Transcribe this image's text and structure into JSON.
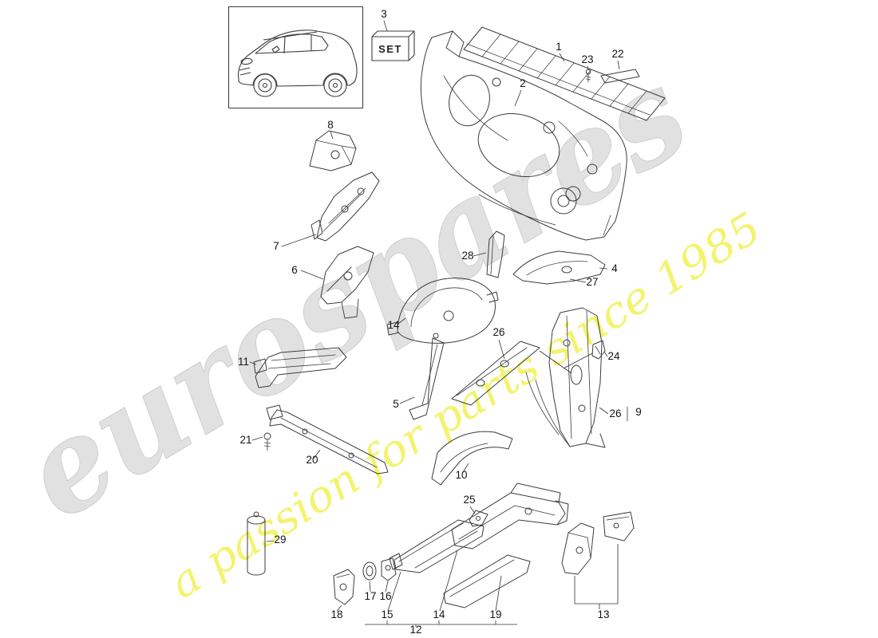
{
  "watermark": {
    "primary": "eurospares",
    "secondary": "a passion for parts since 1985"
  },
  "set_box": {
    "label": "SET"
  },
  "callouts": [
    {
      "label": "3"
    },
    {
      "label": "1"
    },
    {
      "label": "23"
    },
    {
      "label": "22"
    },
    {
      "label": "2"
    },
    {
      "label": "8"
    },
    {
      "label": "7"
    },
    {
      "label": "6"
    },
    {
      "label": "28"
    },
    {
      "label": "4"
    },
    {
      "label": "27"
    },
    {
      "label": "14"
    },
    {
      "label": "26"
    },
    {
      "label": "24"
    },
    {
      "label": "11"
    },
    {
      "label": "5"
    },
    {
      "label": "26"
    },
    {
      "label": "9"
    },
    {
      "label": "21"
    },
    {
      "label": "20"
    },
    {
      "label": "10"
    },
    {
      "label": "25"
    },
    {
      "label": "29"
    },
    {
      "label": "17"
    },
    {
      "label": "16"
    },
    {
      "label": "18"
    },
    {
      "label": "15"
    },
    {
      "label": "14"
    },
    {
      "label": "19"
    },
    {
      "label": "13"
    },
    {
      "label": "12"
    }
  ]
}
